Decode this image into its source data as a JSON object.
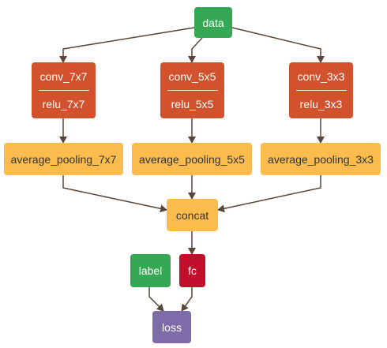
{
  "colors": {
    "data": "#34a853",
    "label": "#34a853",
    "conv": "#d2522d",
    "pool": "#fbbc4d",
    "concat": "#fbbc4d",
    "fc": "#c2102c",
    "loss": "#7e6ca8",
    "edge": "#5a4638"
  },
  "nodes": {
    "data": "data",
    "conv7_top": "conv_7x7",
    "conv7_bottom": "relu_7x7",
    "conv5_top": "conv_5x5",
    "conv5_bottom": "relu_5x5",
    "conv3_top": "conv_3x3",
    "conv3_bottom": "relu_3x3",
    "pool7": "average_pooling_7x7",
    "pool5": "average_pooling_5x5",
    "pool3": "average_pooling_3x3",
    "concat": "concat",
    "label": "label",
    "fc": "fc",
    "loss": "loss"
  }
}
